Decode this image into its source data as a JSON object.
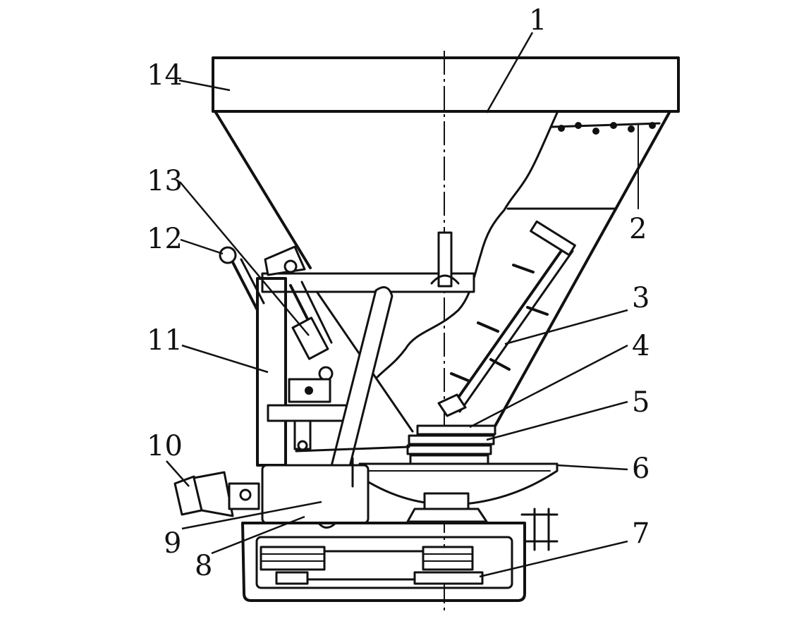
{
  "diagram": {
    "labels": [
      {
        "id": "1",
        "text": "1"
      },
      {
        "id": "2",
        "text": "2"
      },
      {
        "id": "3",
        "text": "3"
      },
      {
        "id": "4",
        "text": "4"
      },
      {
        "id": "5",
        "text": "5"
      },
      {
        "id": "6",
        "text": "6"
      },
      {
        "id": "7",
        "text": "7"
      },
      {
        "id": "8",
        "text": "8"
      },
      {
        "id": "9",
        "text": "9"
      },
      {
        "id": "10",
        "text": "10"
      },
      {
        "id": "11",
        "text": "11"
      },
      {
        "id": "12",
        "text": "12"
      },
      {
        "id": "13",
        "text": "13"
      },
      {
        "id": "14",
        "text": "14"
      }
    ],
    "colors": {
      "ink": "#111111",
      "paper": "#ffffff"
    }
  }
}
